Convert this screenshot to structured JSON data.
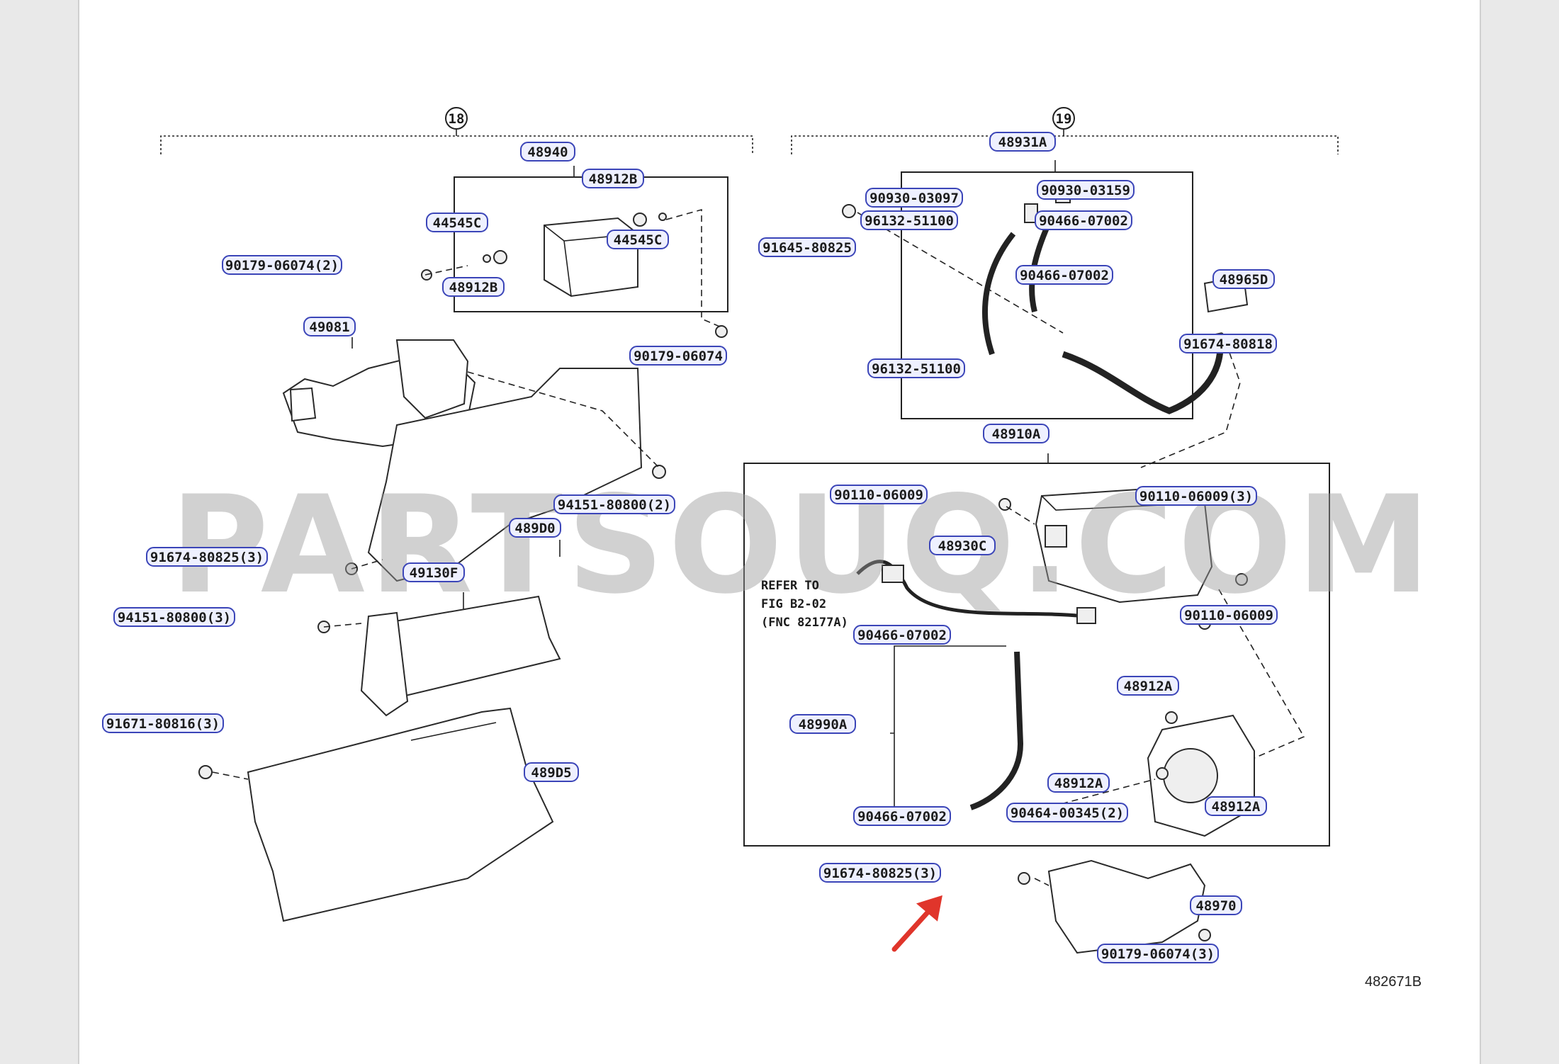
{
  "group_numbers": {
    "left": "18",
    "right": "19"
  },
  "watermark": "PARTSOUQ.COM",
  "figure_ref": "482671B",
  "note_lines": [
    "REFER TO",
    "FIG B2-02",
    "(FNC 82177A)"
  ],
  "labels": {
    "l_48940": "48940",
    "l_48912B_top": "48912B",
    "l_44545C_left": "44545C",
    "l_44545C_right": "44545C",
    "l_48912B_bot": "48912B",
    "l_90179_06074_2": "90179-06074(2)",
    "l_90179_06074": "90179-06074",
    "l_49081": "49081",
    "l_94151_80800_2": "94151-80800(2)",
    "l_489D0": "489D0",
    "l_91674_80825_3_left": "91674-80825(3)",
    "l_49130F": "49130F",
    "l_94151_80800_3": "94151-80800(3)",
    "l_91671_80816_3": "91671-80816(3)",
    "l_489D5": "489D5",
    "l_48931A": "48931A",
    "l_90930_03097": "90930-03097",
    "l_90930_03159": "90930-03159",
    "l_96132_51100_top": "96132-51100",
    "l_90466_07002_a": "90466-07002",
    "l_91645_80825": "91645-80825",
    "l_90466_07002_b": "90466-07002",
    "l_48965D": "48965D",
    "l_91674_80818": "91674-80818",
    "l_96132_51100_bot": "96132-51100",
    "l_48910A": "48910A",
    "l_90110_06009_left": "90110-06009",
    "l_90110_06009_3": "90110-06009(3)",
    "l_48930C": "48930C",
    "l_90110_06009_right": "90110-06009",
    "l_90466_07002_c": "90466-07002",
    "l_48912A_top": "48912A",
    "l_48990A": "48990A",
    "l_48912A_mid": "48912A",
    "l_90464_00345": "90464-00345(2)",
    "l_48912A_right": "48912A",
    "l_90466_07002_d": "90466-07002",
    "l_91674_80825_3_bot": "91674-80825(3)",
    "l_48970": "48970",
    "l_90179_06074_3": "90179-06074(3)"
  },
  "colors": {
    "label_outline": "#3b45b8",
    "label_fill": "#eef0ff",
    "arrow": "#e0352b"
  }
}
